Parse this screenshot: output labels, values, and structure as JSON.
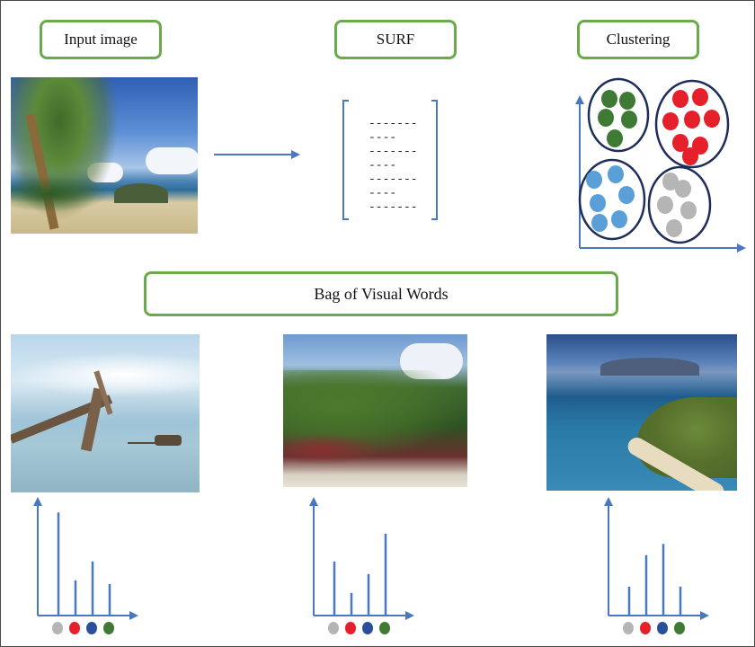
{
  "labels": {
    "input_image": "Input image",
    "surf": "SURF",
    "clustering": "Clustering",
    "bovw": "Bag of Visual Words"
  },
  "descriptor_lines": [
    "-------",
    "----",
    "-------",
    "----",
    "-------",
    "----",
    "-------"
  ],
  "colors": {
    "box_border": "#6aaa4a",
    "arrow": "#4a78c0",
    "cluster_border": "#1f2d5a",
    "green": "#3f7a35",
    "red": "#e5202b",
    "blue": "#5a9fd8",
    "gray": "#b5b5b5",
    "navy": "#2a4f9a"
  },
  "clusters": [
    {
      "name": "green",
      "color": "green",
      "count": 5
    },
    {
      "name": "red",
      "color": "red",
      "count": 8
    },
    {
      "name": "blue",
      "color": "blue",
      "count": 6
    },
    {
      "name": "gray",
      "color": "gray",
      "count": 5
    }
  ],
  "histograms": [
    {
      "values": [
        0.82,
        0.28,
        0.43,
        0.25
      ],
      "swatches": [
        "gray",
        "red",
        "navy",
        "green"
      ]
    },
    {
      "values": [
        0.43,
        0.18,
        0.33,
        0.65
      ],
      "swatches": [
        "gray",
        "red",
        "navy",
        "green"
      ]
    },
    {
      "values": [
        0.23,
        0.48,
        0.57,
        0.23
      ],
      "swatches": [
        "gray",
        "red",
        "navy",
        "green"
      ]
    }
  ]
}
